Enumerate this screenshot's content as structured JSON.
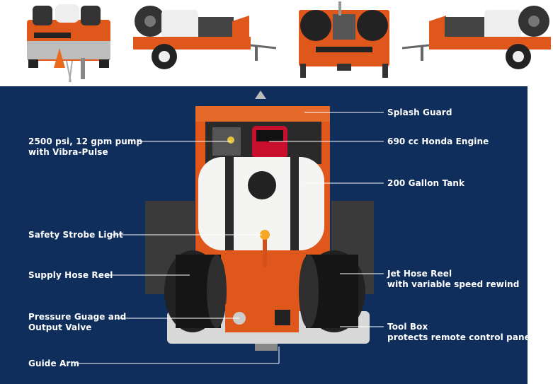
{
  "colors": {
    "panel_bg": "#0f2e5c",
    "trailer_orange": "#e0571c",
    "tank_white": "#f4f4f2",
    "hose_black": "#1a1a1a",
    "label_text": "#ffffff"
  },
  "callouts": {
    "splash_guard": {
      "lines": [
        "Splash Guard"
      ]
    },
    "honda_engine": {
      "lines": [
        "690 cc Honda Engine"
      ]
    },
    "tank": {
      "lines": [
        "200 Gallon Tank"
      ]
    },
    "pump": {
      "lines": [
        "2500 psi, 12 gpm pump",
        "with Vibra-Pulse"
      ]
    },
    "strobe": {
      "lines": [
        "Safety Strobe Light"
      ]
    },
    "supply_reel": {
      "lines": [
        "Supply Hose Reel"
      ]
    },
    "jet_reel": {
      "lines": [
        "Jet Hose Reel",
        "with variable speed rewind"
      ]
    },
    "gauge": {
      "lines": [
        "Pressure Guage and",
        "Output Valve"
      ]
    },
    "tool_box": {
      "lines": [
        "Tool Box",
        "protects remote control panel"
      ]
    },
    "guide_arm": {
      "lines": [
        "Guide Arm"
      ]
    }
  },
  "thumbnails": [
    {
      "view": "rear-view"
    },
    {
      "view": "left-side-view"
    },
    {
      "view": "front-view"
    },
    {
      "view": "right-side-view"
    }
  ]
}
